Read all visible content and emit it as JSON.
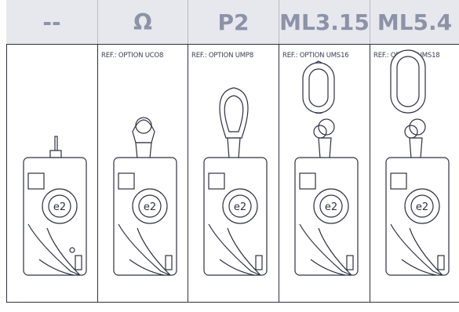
{
  "headers": [
    "--",
    "Ω",
    "P2",
    "ML3.15",
    "ML5.4"
  ],
  "refs": [
    "",
    "REF.: OPTION UCO8",
    "REF.: OPTION UMP8",
    "REF.: OPTION UMS16",
    "REF.: OPTION UMS18"
  ],
  "device_logo": "e2",
  "columns": [
    {
      "attachment": "bar-icon"
    },
    {
      "attachment": "shackle-icon"
    },
    {
      "attachment": "pear-link-icon"
    },
    {
      "attachment": "master-link-icon"
    },
    {
      "attachment": "large-master-link-icon"
    }
  ],
  "colors": {
    "header_bg": "#e6e8ed",
    "header_text": "#8c93a7",
    "line": "#2f3140"
  }
}
